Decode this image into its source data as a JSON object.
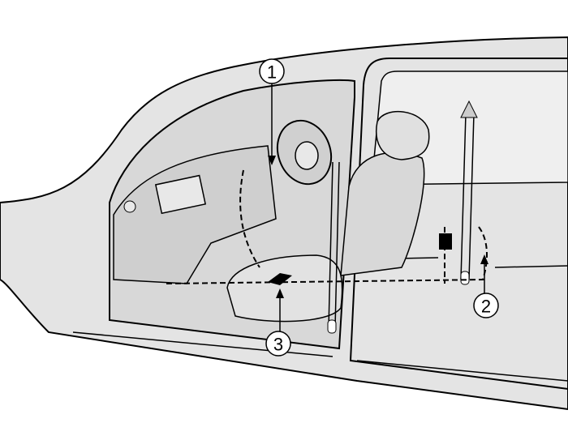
{
  "diagram": {
    "colors": {
      "body": "#e4e4e4",
      "interior": "#d4d4d4",
      "line": "#000000",
      "background": "#ffffff"
    },
    "callouts": [
      {
        "id": "1",
        "label": "1",
        "target": "driver-airbag-steering-wheel"
      },
      {
        "id": "2",
        "label": "2",
        "target": "b-pillar-sensor"
      },
      {
        "id": "3",
        "label": "3",
        "target": "seat-sensor"
      }
    ]
  }
}
